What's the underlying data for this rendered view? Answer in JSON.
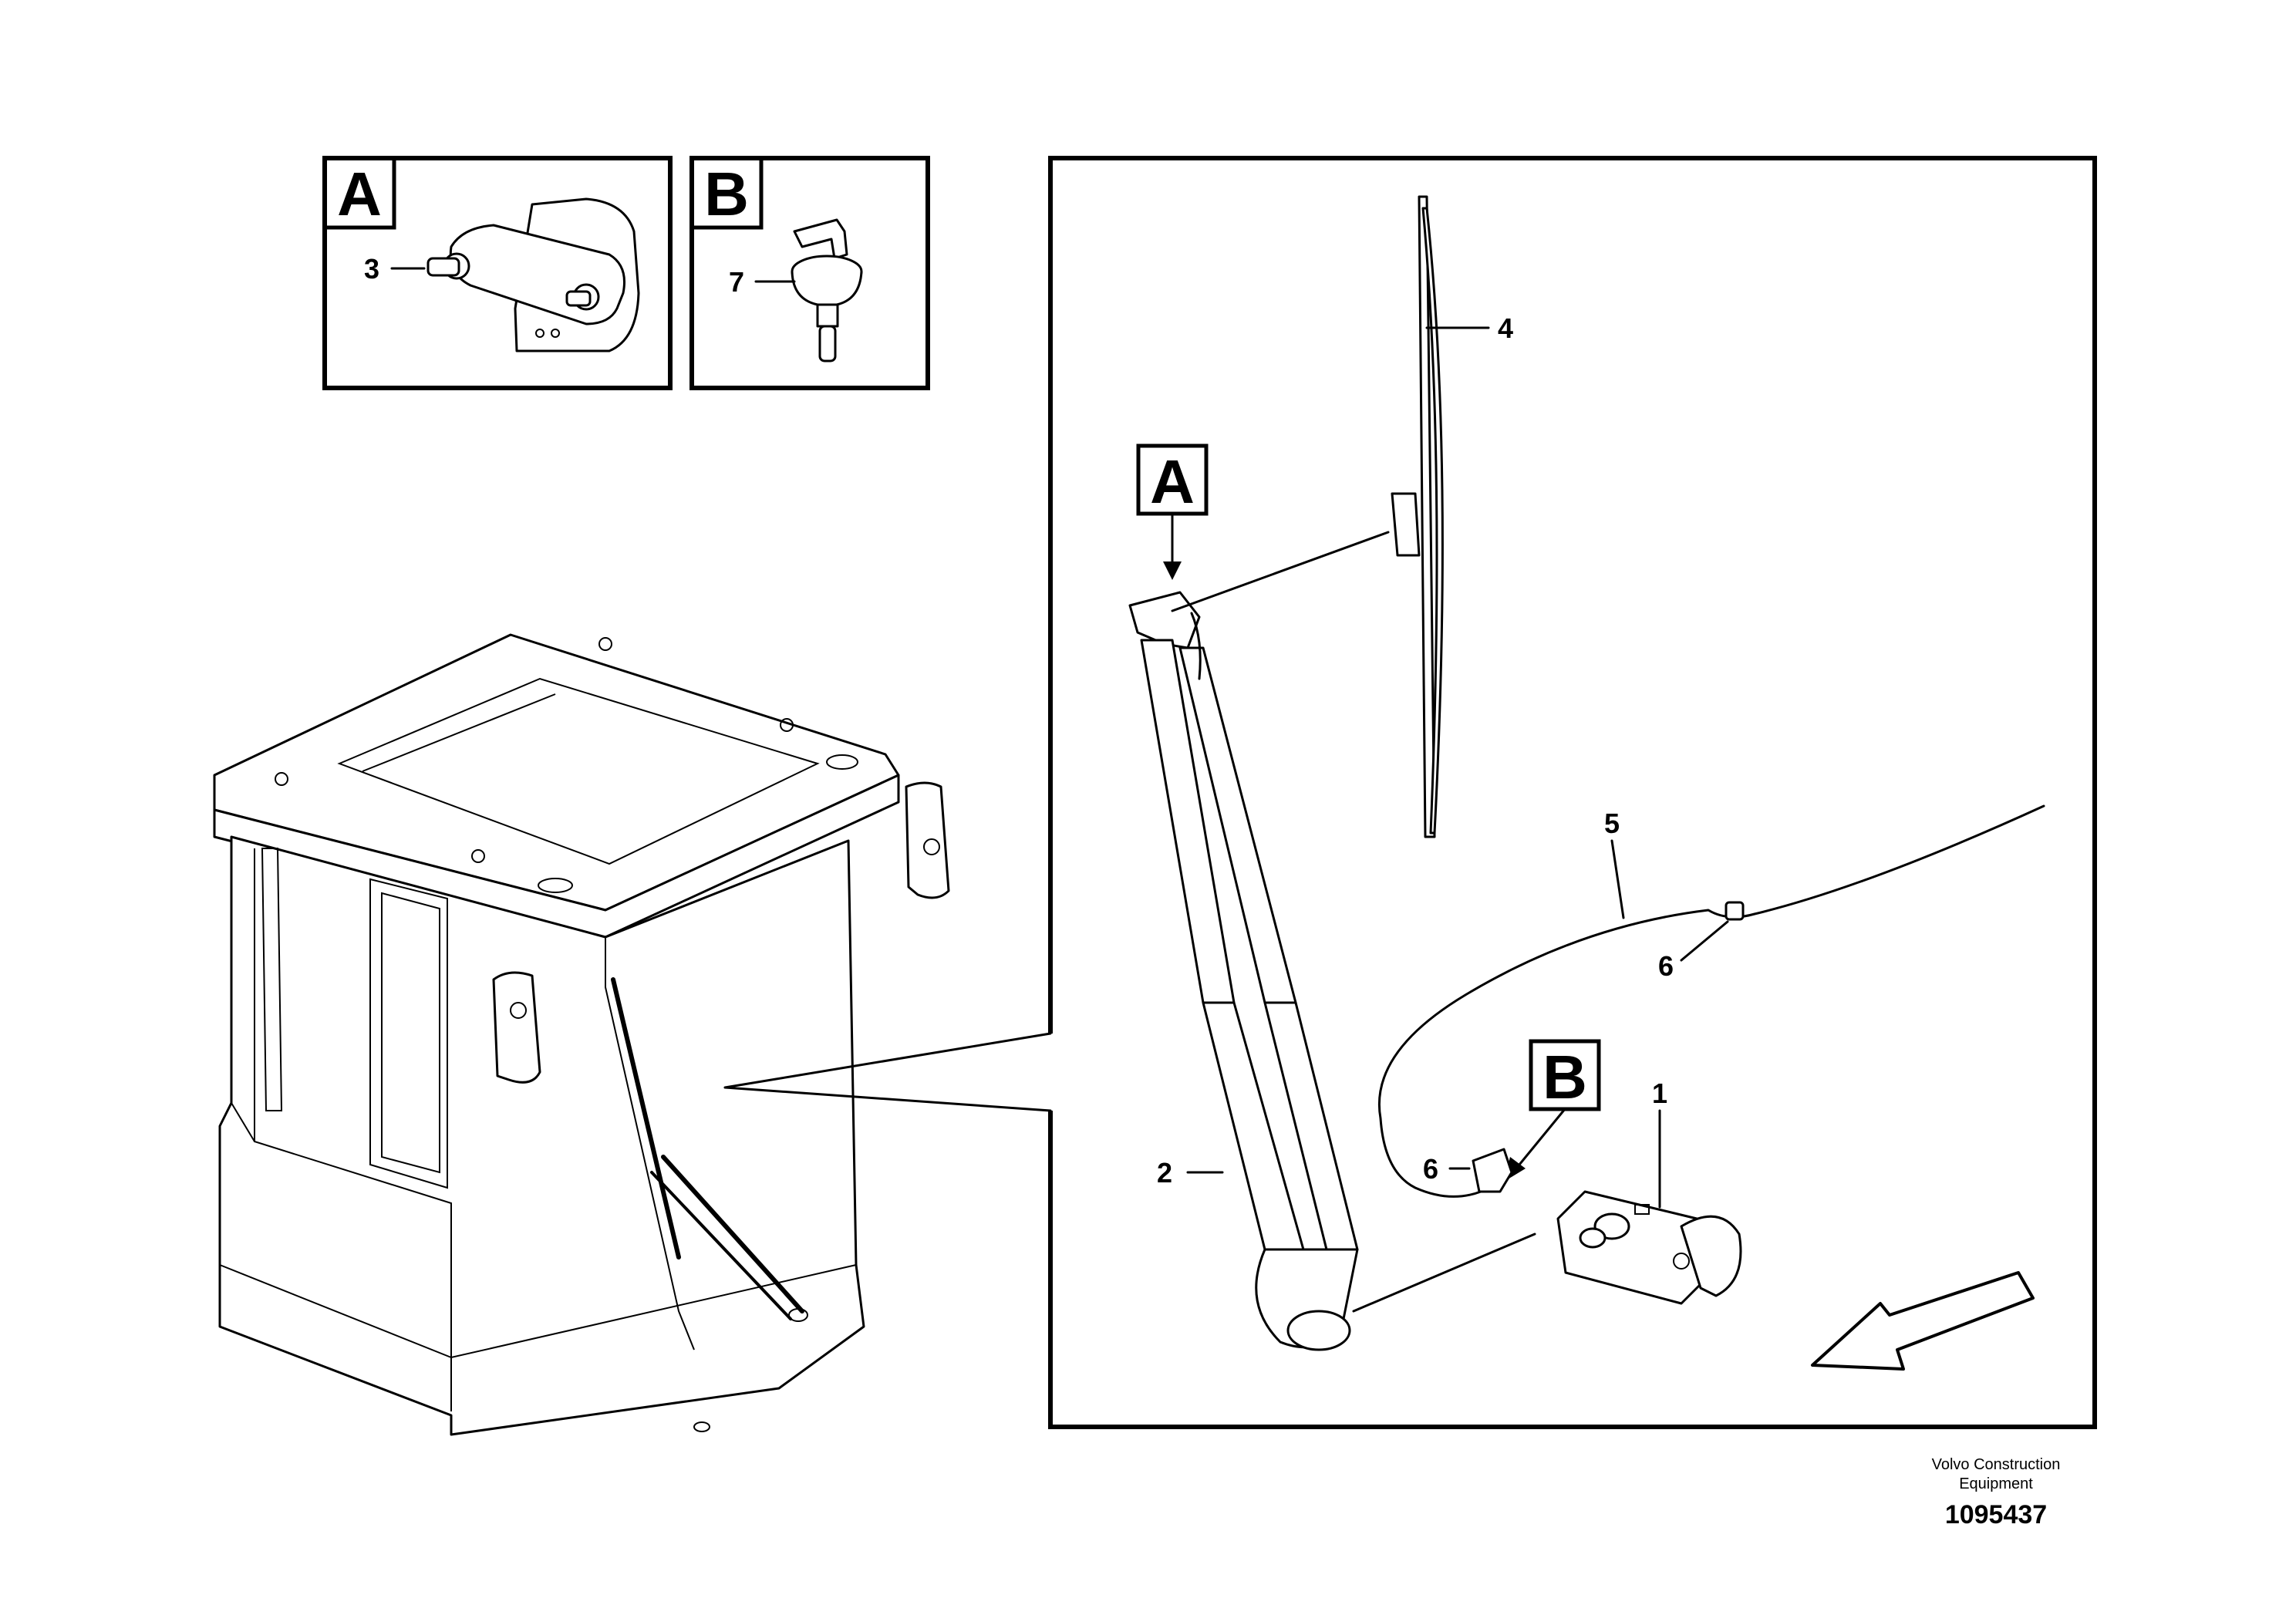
{
  "callouts": {
    "a": "A",
    "b": "B",
    "n1": "1",
    "n2": "2",
    "n3": "3",
    "n4": "4",
    "n5": "5",
    "n6a": "6",
    "n6b": "6",
    "n7": "7"
  },
  "credit": {
    "line1": "Volvo Construction",
    "line2": "Equipment",
    "drawing_number": "1095437"
  }
}
